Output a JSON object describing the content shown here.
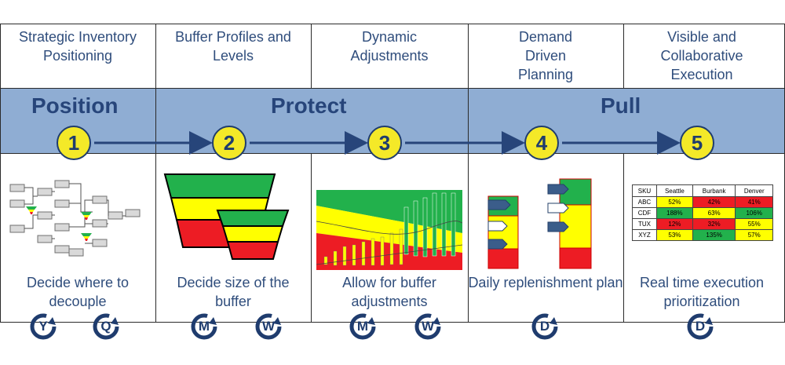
{
  "columns": [
    {
      "title": "Strategic Inventory Positioning",
      "step": "1",
      "caption": "Decide where to decouple",
      "cycles": [
        "Y",
        "Q"
      ]
    },
    {
      "title": "Buffer Profiles and Levels",
      "step": "2",
      "caption": "Decide size of the buffer",
      "cycles": [
        "M",
        "W"
      ]
    },
    {
      "title": "Dynamic Adjustments",
      "step": "3",
      "caption": "Allow for buffer adjustments",
      "cycles": [
        "M",
        "W"
      ]
    },
    {
      "title": "Demand Driven Planning",
      "step": "4",
      "caption": "Daily replenishment plan",
      "cycles": [
        "D"
      ]
    },
    {
      "title": "Visible and Collaborative Execution",
      "step": "5",
      "caption": "Real time execution prioritization",
      "cycles": [
        "D"
      ]
    }
  ],
  "phases": {
    "position": "Position",
    "protect": "Protect",
    "pull": "Pull"
  },
  "colors": {
    "band": "#8fadd3",
    "circle": "#f4e928",
    "text": "#2f4d7c",
    "green": "#22b14c",
    "yellow": "#ffff00",
    "red": "#ed1c24"
  },
  "heatmap": {
    "headers": [
      "SKU",
      "Seattle",
      "Burbank",
      "Denver"
    ],
    "rows": [
      {
        "sku": "ABC",
        "cells": [
          {
            "v": "52%",
            "c": "yellow"
          },
          {
            "v": "42%",
            "c": "red"
          },
          {
            "v": "41%",
            "c": "red"
          }
        ]
      },
      {
        "sku": "CDF",
        "cells": [
          {
            "v": "188%",
            "c": "green"
          },
          {
            "v": "63%",
            "c": "yellow"
          },
          {
            "v": "106%",
            "c": "green"
          }
        ]
      },
      {
        "sku": "TUX",
        "cells": [
          {
            "v": "12%",
            "c": "red"
          },
          {
            "v": "32%",
            "c": "red"
          },
          {
            "v": "55%",
            "c": "yellow"
          }
        ]
      },
      {
        "sku": "XYZ",
        "cells": [
          {
            "v": "53%",
            "c": "yellow"
          },
          {
            "v": "135%",
            "c": "green"
          },
          {
            "v": "57%",
            "c": "yellow"
          }
        ]
      }
    ]
  }
}
